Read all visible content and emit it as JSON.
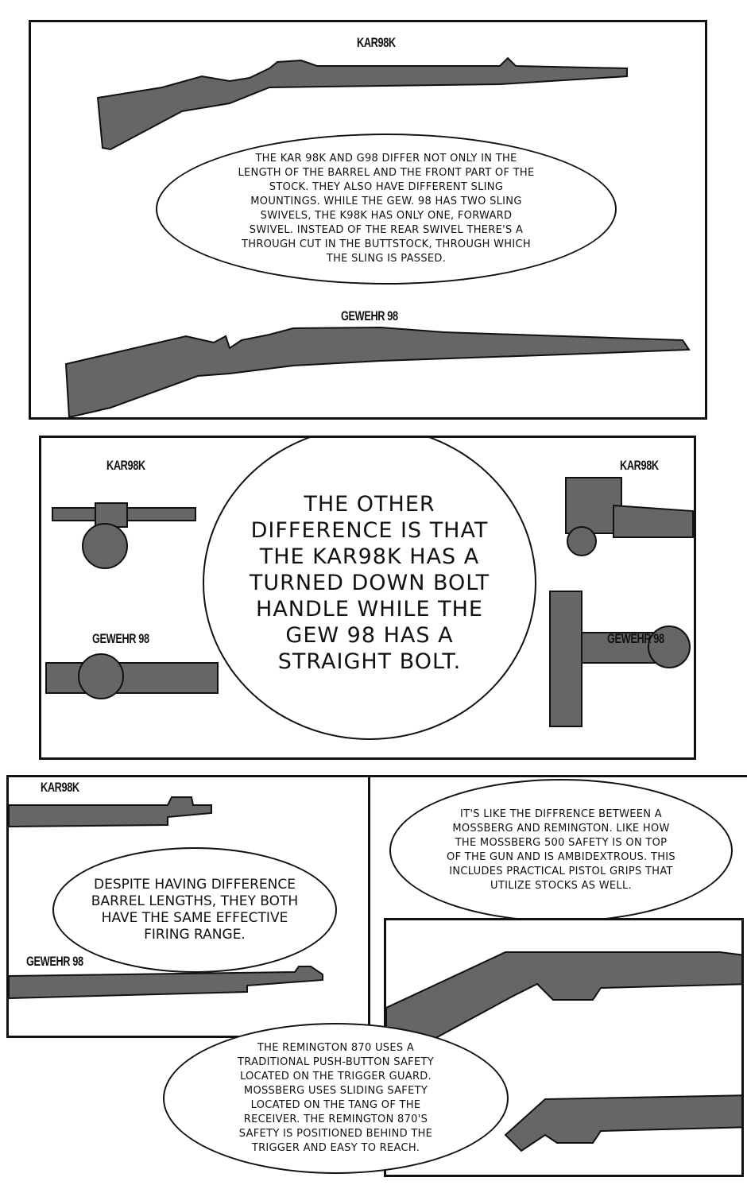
{
  "panel1": {
    "label_top": "KAR98K",
    "label_bottom": "GEWEHR 98",
    "bubble": "The Kar 98k and G98  differ not only in the\nlength of the barrel and the front part of the\nstock. They also have different sling\nmountings. While the Gew. 98 has two sling\nswivels, the K98k has only one, forward\nswivel. Instead of the rear swivel there's a\nthrough cut in the buttstock, through which\nthe sling is passed."
  },
  "panel2": {
    "label_top_left": "KAR98K",
    "label_top_right": "KAR98K",
    "label_bottom_left": "GEWEHR 98",
    "label_bottom_right": "GEWEHR 98",
    "bubble": "The other\ndifference is that\nthe Kar98k has a\nturned down bolt\nhandle while the\nGew 98 has a\nstraight bolt."
  },
  "panel3": {
    "label_top": "KAR98K",
    "label_bottom": "GEWEHR 98",
    "bubble": "Despite having difference\nbarrel lengths, they both\nhave the same effective\nfiring range."
  },
  "panel4": {
    "bubble": "It's like the diffrence between a\nMossberg and Remington.  Like how\nthe Mossberg 500 safety is on top\nof the gun and is ambidextrous. This\nincludes practical pistol grips that\nutilize stocks as well."
  },
  "panel5": {
    "bubble": "The Remington 870 uses a\ntraditional push-button safety\nlocated on the trigger guard.\nMossberg uses sliding safety\nlocated on the tang of the\nreceiver. The Remington 870's\nsafety is positioned behind the\ntrigger and easy to reach."
  },
  "colors": {
    "ink": "#111111",
    "gun": "#666666"
  }
}
